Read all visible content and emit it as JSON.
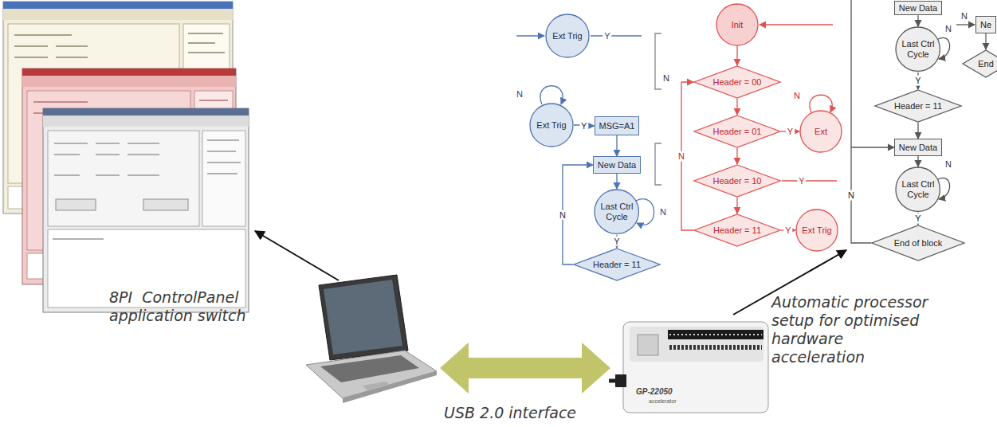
{
  "diagram": {
    "nodes": [
      {
        "text": [
          "Ext Trig"
        ]
      },
      {
        "text": [
          "Ext Trig"
        ]
      },
      {
        "text": [
          "MSG=A1"
        ]
      },
      {
        "text": [
          "New Data"
        ]
      },
      {
        "text": [
          "Last Ctrl Cycle"
        ]
      },
      {
        "text": [
          "Header = 11"
        ]
      },
      {
        "text": [
          "Init"
        ]
      },
      {
        "text": [
          "Header = 00"
        ]
      },
      {
        "text": [
          "Header = 01"
        ]
      },
      {
        "text": [
          "Ext"
        ]
      },
      {
        "text": [
          "Header = 10"
        ]
      },
      {
        "text": [
          "Header = 11"
        ]
      },
      {
        "text": [
          "Ext Trig"
        ]
      },
      {
        "text": [
          "New Data"
        ]
      },
      {
        "text": [
          "Last Ctrl Cycle"
        ]
      },
      {
        "text": [
          "Ne"
        ]
      },
      {
        "text": [
          "End"
        ]
      },
      {
        "text": [
          "Header = 11"
        ]
      },
      {
        "text": [
          "New Data"
        ]
      },
      {
        "text": [
          "Last Ctrl Cycle"
        ]
      },
      {
        "text": [
          "End of block"
        ]
      }
    ],
    "edges": [
      {
        "from": 1,
        "to": 2,
        "arrow": "to",
        "label": "Y"
      },
      {
        "from": 2,
        "to": 3,
        "arrow": "to"
      },
      {
        "from": 3,
        "to": 4,
        "arrow": "to"
      },
      {
        "from": 4,
        "to": 5,
        "arrow": "to",
        "label": "Y"
      },
      {
        "from": 5,
        "to": 3,
        "arrow": "to",
        "label": "N"
      },
      {
        "from": 6,
        "to": 7,
        "arrow": "to"
      },
      {
        "from": 7,
        "to": 8,
        "arrow": "to"
      },
      {
        "from": 8,
        "to": 9,
        "arrow": "to",
        "label": "Y"
      },
      {
        "from": 8,
        "to": 10,
        "arrow": "to"
      },
      {
        "from": 10,
        "to": 11,
        "arrow": "to"
      },
      {
        "from": 11,
        "to": 12,
        "arrow": "to",
        "label": "Y"
      },
      {
        "from": 11,
        "to": 7,
        "arrow": "to",
        "label": "N"
      },
      {
        "from": 13,
        "to": 14,
        "arrow": "to"
      },
      {
        "from": 14,
        "to": 17,
        "arrow": "to",
        "label": "Y"
      },
      {
        "from": 17,
        "to": 18,
        "arrow": "to"
      },
      {
        "from": 18,
        "to": 19,
        "arrow": "to"
      },
      {
        "from": 19,
        "to": 20,
        "arrow": "to",
        "label": "Y"
      },
      {
        "from": 20,
        "to": 18,
        "arrow": "to",
        "label": "N"
      },
      {
        "from": 15,
        "to": 16,
        "arrow": "to"
      }
    ],
    "labels": [
      "Y",
      "N",
      "N",
      "N",
      "N",
      "Y",
      "N",
      "N",
      "N",
      "8PI  ControlPanel application switch",
      "Automatic processor setup for optimised hardware acceleration",
      "USB 2.0 interface",
      "GP-22050",
      "accelerator"
    ]
  }
}
